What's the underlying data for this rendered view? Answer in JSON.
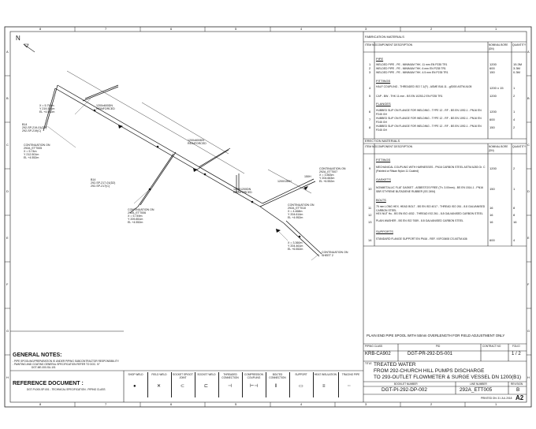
{
  "grid": {
    "top_numbers": [
      "8",
      "7",
      "6",
      "5",
      "4",
      "3",
      "2",
      "1"
    ],
    "bottom_numbers": [
      "8",
      "7",
      "6",
      "5",
      "4",
      "3",
      "2",
      "1"
    ],
    "left_letters": [
      "A",
      "B",
      "C",
      "D",
      "E",
      "F",
      "G",
      "H"
    ],
    "right_letters": [
      "A",
      "B",
      "C",
      "D",
      "E",
      "F",
      "G",
      "H"
    ]
  },
  "north": "N",
  "drawing": {
    "labels": [
      {
        "id": "coord-1",
        "text": "X = 5.750m\nY 219.321m\nEL +4.552m"
      },
      {
        "id": "b14-a",
        "text": "B14\n292-SP-219-01(D2)\n292-SP-219(C)"
      },
      {
        "id": "cont-left",
        "text": "CONTINUATION ON\n292A_ETT005\nX = 5.74m\nY 212.501m\nEL +4.552m"
      },
      {
        "id": "reinf-1",
        "text": "1200x600DN\nREINFORCED"
      },
      {
        "id": "reinf-2",
        "text": "1200x600DN\nREINFORCED"
      },
      {
        "id": "b14-b",
        "text": "B14\n292-SP-217-01(D2)\n292-SP-217(C)"
      },
      {
        "id": "cont-mid",
        "text": "CONTINUATION ON\n292A_ETT006\nX = 5.749m\nY 209.851m\nEL +4.552m"
      },
      {
        "id": "reinf-3",
        "text": "1200/1200DN\nREINFORCED"
      },
      {
        "id": "cont-right-top",
        "text": "CONTINUATION ON\n292A_ETT007\nX = 3.563m\nY 204.663m\nEL +6.552m"
      },
      {
        "id": "cont-right-mid",
        "text": "CONTINUATION ON\n292A_ETT010\nX = 4.468m\nY 204.614m\nEL +4.952m"
      },
      {
        "id": "coord-bottom",
        "text": "X = 3.360m\nY 204.461m\nEL +6.552m"
      },
      {
        "id": "cont-sheet2",
        "text": "CONTINUATION ON\nSHEET 2"
      },
      {
        "id": "dim-1",
        "text": "1200/150H"
      },
      {
        "id": "dim-2",
        "text": "150H"
      }
    ]
  },
  "fabrication": {
    "title": "FABRICATION MATERIALS",
    "col_item": "ITEM NO",
    "col_desc": "COMPONENT DESCRIPTION",
    "col_size": "NOMINAL BORE (DN)",
    "col_qty": "QUANTITY",
    "sections": [
      {
        "heading": "PIPE",
        "rows": [
          {
            "no": "1",
            "desc": "WELDED PIPE - PE - MINIMUM THK. 11 mm EN P235 TR1",
            "size": "1200",
            "qty": "15.3M"
          },
          {
            "no": "2",
            "desc": "WELDED PIPE - PE - MINIMUM THK. 6 mm EN P235 TR1",
            "size": "600",
            "qty": "3.3M"
          },
          {
            "no": "3",
            "desc": "WELDED PIPE - PE - MINIMUM THK. 4.5 mm EN P235 TR1",
            "size": "150",
            "qty": "0.3M"
          }
        ]
      },
      {
        "heading": "FITTINGS",
        "rows": [
          {
            "no": "4",
            "desc": "HALF COUPLING - THREADED ISO 7-1(F) - ASME B16.11 - gS000 ASTM A105",
            "size": "1200 x 15",
            "qty": "1"
          },
          {
            "no": "5",
            "desc": "CAP - BW - THK 11 mm - BS EN 10253-2 EN P235 TR1",
            "size": "1200",
            "qty": "2"
          }
        ]
      },
      {
        "heading": "FLANGES",
        "rows": [
          {
            "no": "6",
            "desc": "HUBBED SLIP ON FLANGE FOR WELDING - TYPE 12 - RF - BS EN 1092-1 - PN16 EN P245 GH",
            "size": "1200",
            "qty": "1"
          },
          {
            "no": "7",
            "desc": "HUBBED SLIP ON FLANGE FOR WELDING - TYPE 12 - RF - BS EN 1092-1 - PN16 EN P245 GH",
            "size": "600",
            "qty": "4"
          },
          {
            "no": "8",
            "desc": "HUBBED SLIP ON FLANGE FOR WELDING - TYPE 12 - RF - BS EN 1092-1 - PN16 EN P245 GH",
            "size": "150",
            "qty": "2"
          }
        ]
      }
    ]
  },
  "erection": {
    "title": "ERECTION MATERIALS",
    "col_item": "ITEM NO",
    "col_desc": "COMPONENT DESCRIPTION",
    "col_size": "NOMINAL BORE (DN)",
    "col_qty": "QUANTITY",
    "sections": [
      {
        "heading": "FITTINGS",
        "rows": [
          {
            "no": "9",
            "desc": "MECHANICAL COUPLING WITH HARNESSES - PN16 CARBON STEEL ASTM A283 Gr. C (Painted or Rilsan Nylon 11 Coated)",
            "size": "1200",
            "qty": "2"
          }
        ]
      },
      {
        "heading": "GASKETS",
        "rows": [
          {
            "no": "10",
            "desc": "NONMETALLIC FLAT GASKET - ASBESTOS FREE (Th. 3.00mm) - BS EN 1514-1 - PN16 SBR STYRENE BUTADIENE RUBBER (SS 2494)",
            "size": "150",
            "qty": "1"
          }
        ]
      },
      {
        "heading": "BOLTS",
        "rows": [
          {
            "no": "11",
            "desc": "75 mm LONG HEX. HEAD BOLT - BS EN ISO 4017 - THREAD ISO 261 - 8.8 GALVANISED CARBON STEEL",
            "size": "16",
            "qty": "8"
          },
          {
            "no": "12",
            "desc": "HEX NUT Hu - BS EN ISO 4032 - THREAD ISO 261 - 8.8 GALVANISED CARBON STEEL",
            "size": "16",
            "qty": "8"
          },
          {
            "no": "13",
            "desc": "PLAIN WASHER - BS EN ISO 7089 - 8.8 GALVANISED CARBON STEEL",
            "size": "16",
            "qty": "16"
          }
        ]
      },
      {
        "heading": "SUPPORTS",
        "rows": [
          {
            "no": "14",
            "desc": "STANDARD FLANGE SUPPORT EN PN16 - REF. XXFC0608 CS ASTM A36",
            "size": "600",
            "qty": "4"
          }
        ]
      }
    ]
  },
  "note_line": "PLAIN END PIPE SPOOL WITH 50mm OVERLENGTH FOR FIELD ADJUSTMENT ONLY",
  "title_block": {
    "lbl_class": "PIPING CLASS",
    "lbl_pid": "PID",
    "lbl_contract": "CONTRACT NO",
    "lbl_folio": "FOLIO",
    "class": "KRB-CA902",
    "pid": "DGT-PR-292-DS-001",
    "contract": "",
    "folio": "1 / 2",
    "lbl_title": "TITLE",
    "title_1": "TREATED WATER",
    "title_2": "FROM 292-CHURCH HILL PUMPS DISCHARGE",
    "title_3": "TO 293-OUTLET FLOWMETER & SURGE VESSEL DN 1200(B1)",
    "lbl_booklet": "BOOKLET NUMBER",
    "lbl_line": "LINE NUMBER",
    "lbl_rev": "REVISION",
    "booklet": "DGT-PI-292-DP-002",
    "line": "292A_ETT005",
    "rev": "B",
    "printed": "PRINTED ON: 31 JUL 2018",
    "sheet_size": "A2"
  },
  "general_notes": {
    "title": "GENERAL NOTES:",
    "lines": [
      "- PIPE SPOOLING/PREPARATION IS UNDER PIPING SUBCONTRACTOR RESPONSIBILITY.",
      "- PAINTING AND COATING GENERAL SPECIFICATION REFER TO DOC. N°",
      "DGT-ME-000-SU-101"
    ],
    "ref_title": "REFERENCE DOCUMENT :",
    "ref_line": "DGT-PI-000-SP-001 - TECHNICAL SPECIFICATION - PIPING CLASS"
  },
  "legend": [
    {
      "label": "SHOP WELD",
      "sym": "●"
    },
    {
      "label": "FIELD WELD",
      "sym": "✕"
    },
    {
      "label": "SOCKET SPIGOT JOINT",
      "sym": "⊂"
    },
    {
      "label": "SOCKET WELD",
      "sym": "⊏"
    },
    {
      "label": "THREADED CONNECTION",
      "sym": "⊣"
    },
    {
      "label": "COMPRESSION COUPLING",
      "sym": "⊢⊣"
    },
    {
      "label": "BOLTED CONNECTION",
      "sym": "‖"
    },
    {
      "label": "SUPPORT",
      "sym": "▭"
    },
    {
      "label": "HEAT INSULATION",
      "sym": "≡"
    },
    {
      "label": "TRACING PIPE",
      "sym": "┄"
    }
  ]
}
